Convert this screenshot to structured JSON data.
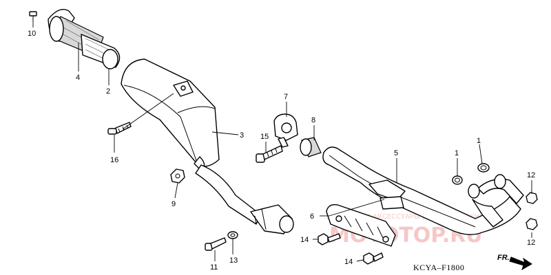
{
  "diagram": {
    "code": "KCYA–F1800",
    "fr_label": "FR.",
    "watermark_line1": "ЗАПЧАСТИ И АКСЕССУАРЫ ДЛЯ МОТОТЕХНИКИ",
    "watermark_line2": "MOTOTOP.RU",
    "callouts": {
      "c10": "10",
      "c4": "4",
      "c2": "2",
      "c3": "3",
      "c16": "16",
      "c9": "9",
      "c7": "7",
      "c8": "8",
      "c15": "15",
      "c5": "5",
      "c6": "6",
      "c1a": "1",
      "c1b": "1",
      "c12a": "12",
      "c12b": "12",
      "c14a": "14",
      "c14b": "14",
      "c11": "11",
      "c13": "13"
    }
  }
}
